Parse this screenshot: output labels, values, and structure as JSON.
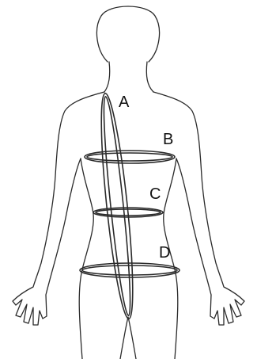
{
  "diagram": {
    "labels": {
      "a": "A",
      "b": "B",
      "c": "C",
      "d": "D"
    },
    "colors": {
      "line": "#2a2a2a",
      "label": "#111111",
      "background": "#ffffff"
    }
  }
}
